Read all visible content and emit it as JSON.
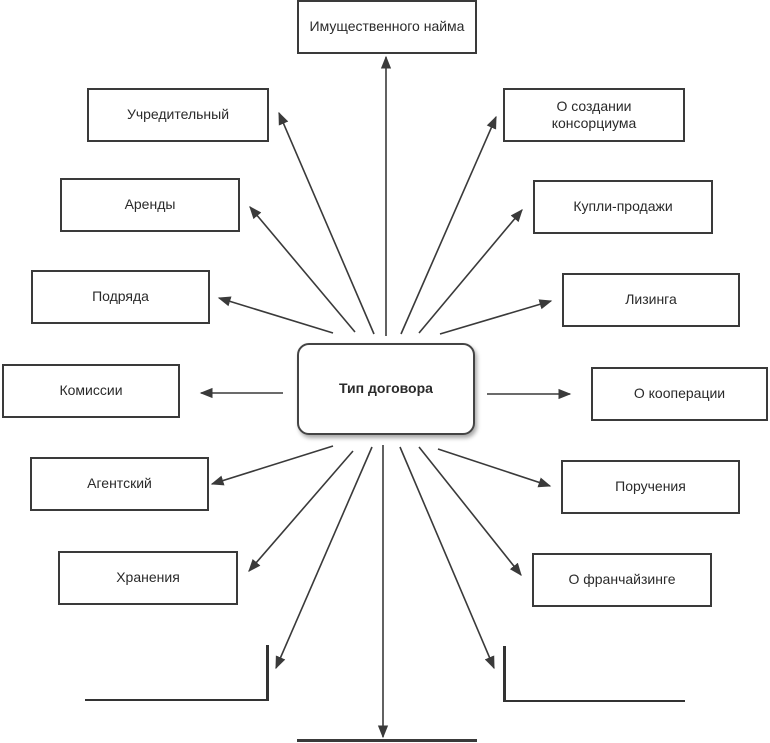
{
  "center": {
    "label": "Тип договора"
  },
  "left": [
    {
      "key": "uchreditelny",
      "label": "Учредительный"
    },
    {
      "key": "arendy",
      "label": "Аренды"
    },
    {
      "key": "podryada",
      "label": "Подряда"
    },
    {
      "key": "komissii",
      "label": "Комиссии"
    },
    {
      "key": "agentsky",
      "label": "Агентский"
    },
    {
      "key": "khraneniya",
      "label": "Хранения"
    },
    {
      "key": "blank-left",
      "label": ""
    }
  ],
  "right": [
    {
      "key": "o-sozdanii",
      "label": "О создании консорциума"
    },
    {
      "key": "kupli-prodazhi",
      "label": "Купли-продажи"
    },
    {
      "key": "lizinga",
      "label": "Лизинга"
    },
    {
      "key": "o-kooperatsii",
      "label": "О кооперации"
    },
    {
      "key": "porucheniya",
      "label": "Поручения"
    },
    {
      "key": "o-franchaizinge",
      "label": "О франчайзинге"
    },
    {
      "key": "blank-right",
      "label": ""
    }
  ],
  "top": {
    "key": "imushchestvennogo-naima",
    "label": "Имущественного найма"
  },
  "bottom": {
    "key": "blank-bottom",
    "label": ""
  },
  "colors": {
    "line": "#3a3a3a",
    "box_border": "#3a3a3a",
    "background": "#ffffff"
  }
}
